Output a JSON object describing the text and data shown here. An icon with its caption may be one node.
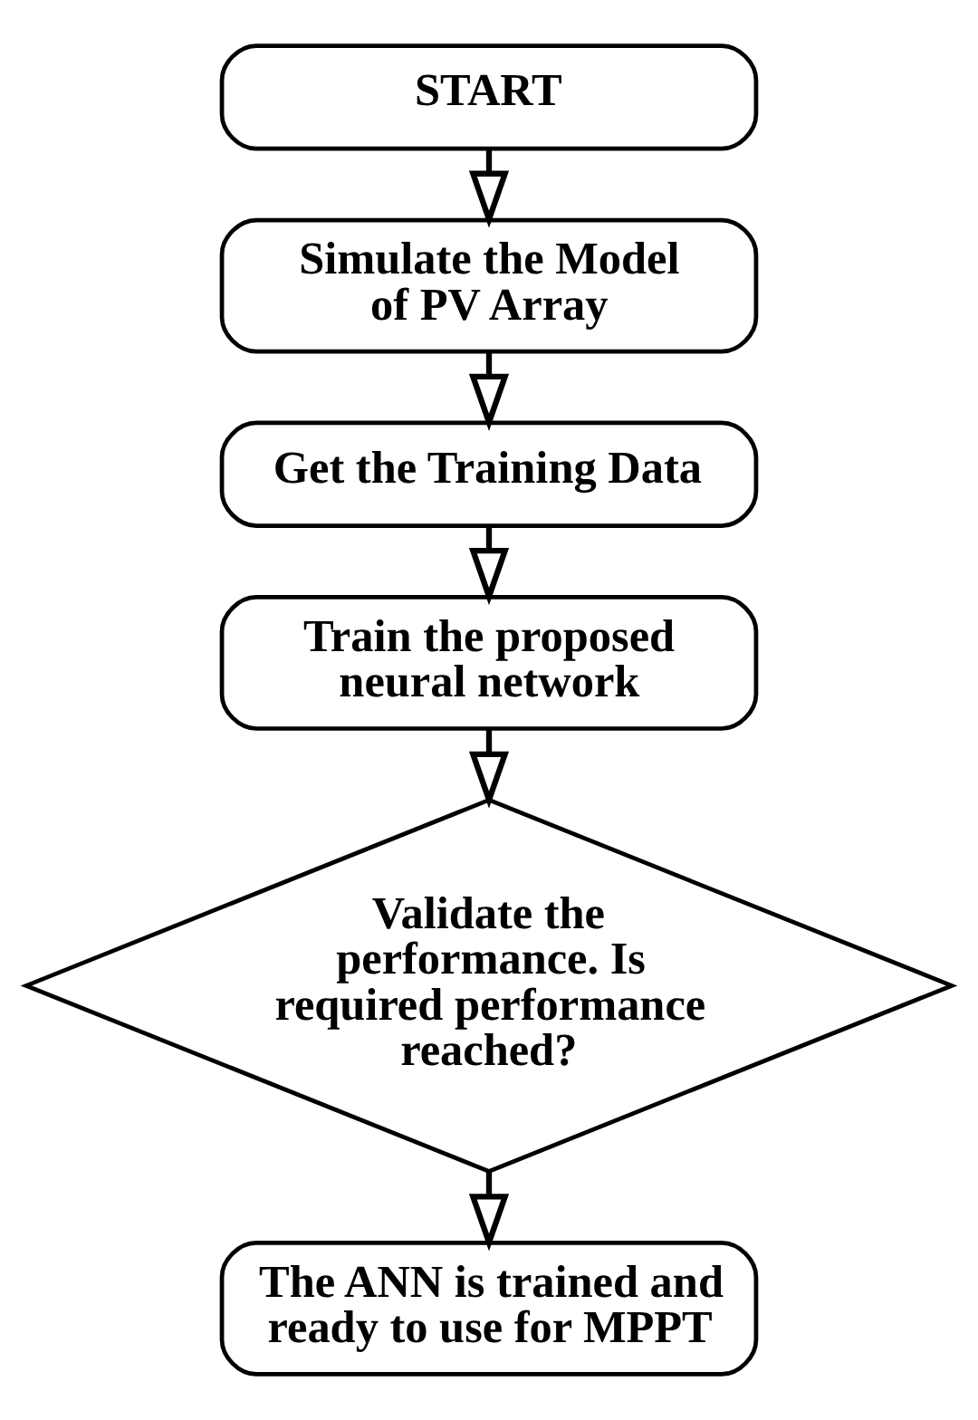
{
  "diagram": {
    "nodes": [
      {
        "text": [
          "START"
        ]
      },
      {
        "text": [
          "Simulate the Model of PV Array"
        ]
      },
      {
        "text": [
          "Get the Training Data"
        ]
      },
      {
        "text": [
          "Train the proposed neural network"
        ]
      },
      {
        "text": [
          "Validate the performance. Is required performance reached?"
        ]
      },
      {
        "text": [
          "The ANN is trained and ready to use for MPPT"
        ]
      }
    ],
    "edges": [
      {
        "from": 0,
        "to": 1,
        "arrow": "to"
      },
      {
        "from": 1,
        "to": 2,
        "arrow": "to"
      },
      {
        "from": 2,
        "to": 3,
        "arrow": "to"
      },
      {
        "from": 3,
        "to": 4,
        "arrow": "to"
      },
      {
        "from": 4,
        "to": 5,
        "arrow": "to"
      }
    ]
  }
}
